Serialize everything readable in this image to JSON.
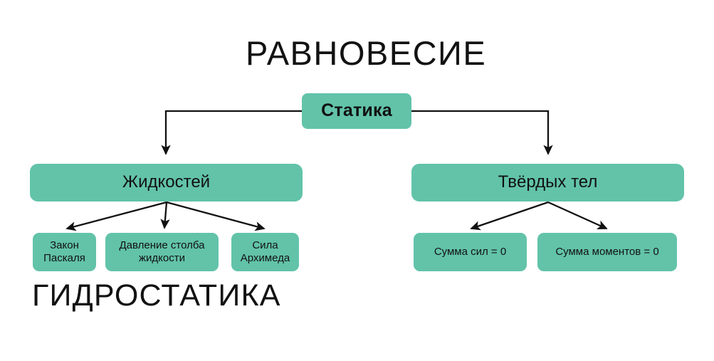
{
  "diagram": {
    "title": "РАВНОВЕСИЕ",
    "footer_label": "ГИДРОСТАТИКА",
    "accent_color": "#62C3A9",
    "text_color": "#111111",
    "line_color": "#111111",
    "background": "#ffffff",
    "root": {
      "label": "Статика"
    },
    "branches": [
      {
        "label": "Жидкостей",
        "children": [
          {
            "label": "Закон Паскаля"
          },
          {
            "label": "Давление столба жидкости"
          },
          {
            "label": "Сила Архимеда"
          }
        ]
      },
      {
        "label": "Твёрдых тел",
        "children": [
          {
            "label": "Сумма сил = 0"
          },
          {
            "label": "Сумма моментов = 0"
          }
        ]
      }
    ]
  }
}
